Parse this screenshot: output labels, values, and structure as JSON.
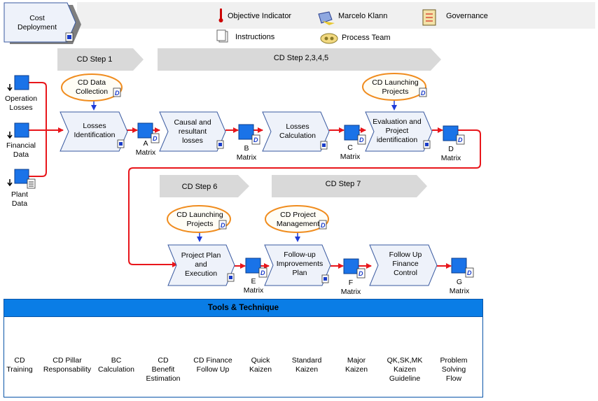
{
  "header": {
    "title_line1": "Cost",
    "title_line2": "Deployment"
  },
  "legend": {
    "objective_indicator": "Objective Indicator",
    "owner": "Marcelo Klann",
    "governance": "Governance",
    "instructions": "Instructions",
    "process_team": "Process Team"
  },
  "steps": {
    "step1": "CD Step 1",
    "step2345": "CD Step 2,3,4,5",
    "step6": "CD Step 6",
    "step7": "CD Step 7"
  },
  "inputs": [
    {
      "l1": "Operation",
      "l2": "Losses"
    },
    {
      "l1": "Financial",
      "l2": "Data"
    },
    {
      "l1": "Plant",
      "l2": "Data"
    }
  ],
  "ovals": {
    "data_collection": [
      "CD Data",
      "Collection"
    ],
    "launching1": [
      "CD Launching",
      "Projects"
    ],
    "launching2": [
      "CD Launching",
      "Projects"
    ],
    "project_mgmt": [
      "CD Project",
      "Management"
    ]
  },
  "processes": {
    "losses_id": [
      "Losses",
      "Identification"
    ],
    "causal": [
      "Causal and",
      "resultant",
      "losses"
    ],
    "losses_calc": [
      "Losses",
      "Calculation"
    ],
    "evaluation": [
      "Evaluation and",
      "Project",
      "identification"
    ],
    "project_plan": [
      "Project Plan",
      "and",
      "Execution"
    ],
    "followup_impr": [
      "Follow-up",
      "Improvements",
      "Plan"
    ],
    "followup_fin": [
      "Follow Up",
      "Finance",
      "Control"
    ]
  },
  "matrices": {
    "A": [
      "A",
      "Matrix"
    ],
    "B": [
      "B",
      "Matrix"
    ],
    "C": [
      "C",
      "Matrix"
    ],
    "D": [
      "D",
      "Matrix"
    ],
    "E": [
      "E",
      "Matrix"
    ],
    "F": [
      "F",
      "Matrix"
    ],
    "G": [
      "G",
      "Matrix"
    ]
  },
  "tools": {
    "header": "Tools & Technique",
    "items": [
      [
        "CD",
        "Training"
      ],
      [
        "CD Pillar",
        "Responsability"
      ],
      [
        "BC",
        "Calculation"
      ],
      [
        "CD",
        "Benefit",
        "Estimation"
      ],
      [
        "CD Finance",
        "Follow Up"
      ],
      [
        "Quick",
        "Kaizen"
      ],
      [
        "Standard",
        "Kaizen"
      ],
      [
        "Major",
        "Kaizen"
      ],
      [
        "QK,SK,MK",
        "Kaizen",
        "Guideline"
      ],
      [
        "Problem",
        "Solving",
        "Flow"
      ]
    ]
  },
  "colors": {
    "box_blue": "#1a73e8",
    "flow_red": "#e8161b",
    "oval_orange": "#f08c1e",
    "arrow_blue": "#1e3cd8",
    "step_grey": "#d9d9d9"
  }
}
